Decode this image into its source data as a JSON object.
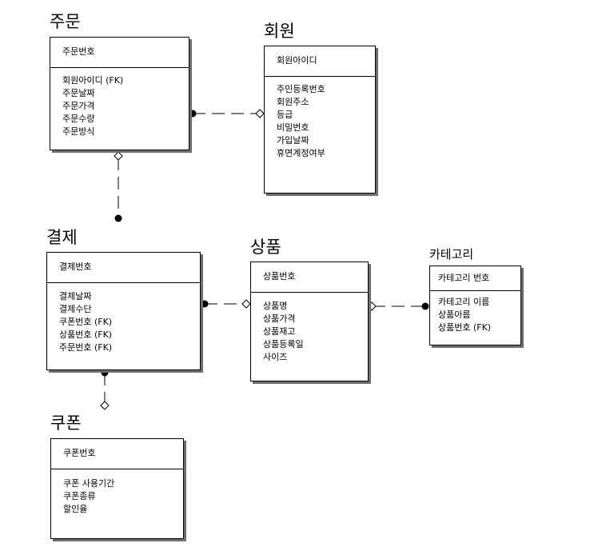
{
  "entities": {
    "order": {
      "title": "주문",
      "key": "주문번호",
      "attributes": [
        "회원아이디 (FK)",
        "주문날짜",
        "주문가격",
        "주문수량",
        "주문방식"
      ]
    },
    "member": {
      "title": "회원",
      "key": "회원아이디",
      "attributes": [
        "주민등록번호",
        "회원주소",
        "등급",
        "비밀번호",
        "가입날짜",
        "휴면계정여부"
      ]
    },
    "payment": {
      "title": "결제",
      "key": "결제번호",
      "attributes": [
        "결제날짜",
        "결제수단",
        "쿠폰번호 (FK)",
        "상품번호 (FK)",
        "주문번호 (FK)"
      ]
    },
    "product": {
      "title": "상품",
      "key": "상품번호",
      "attributes": [
        "상품명",
        "상품가격",
        "상품재고",
        "상품등록일",
        "사이즈"
      ]
    },
    "category": {
      "title": "카테고리",
      "key": "카테고리 번호",
      "attributes": [
        "카테고리 이름",
        "상품아름",
        "상품번호 (FK)"
      ]
    },
    "coupon": {
      "title": "쿠폰",
      "key": "쿠폰번호",
      "attributes": [
        "쿠폰 사용기간",
        "쿠폰종류",
        "할인율"
      ]
    }
  }
}
